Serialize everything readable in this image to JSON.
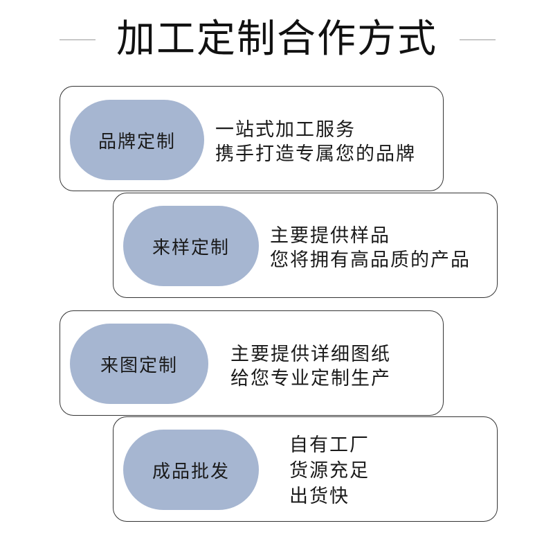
{
  "page": {
    "title": "加工定制合作方式"
  },
  "cards": [
    {
      "label": "品牌定制",
      "lines": [
        "一站式加工服务",
        "携手打造专属您的品牌"
      ]
    },
    {
      "label": "来样定制",
      "lines": [
        "主要提供样品",
        "您将拥有高品质的产品"
      ]
    },
    {
      "label": "来图定制",
      "lines": [
        "主要提供详细图纸",
        "给您专业定制生产"
      ]
    },
    {
      "label": "成品批发",
      "lines": [
        "自有工厂",
        "货源充足",
        "出货快"
      ]
    }
  ],
  "colors": {
    "pill": "#a6b6d1",
    "border": "#333333"
  }
}
